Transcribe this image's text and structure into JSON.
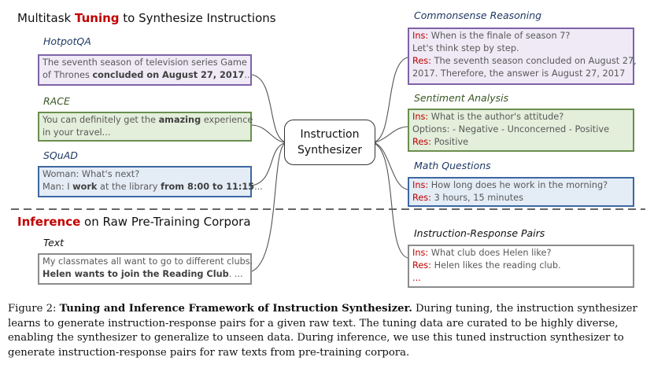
{
  "top_heading": {
    "pre": "Multitask ",
    "accent": "Tuning",
    "post": " to Synthesize Instructions"
  },
  "bottom_heading": {
    "accent": "Inference",
    "post": " on Raw Pre-Training Corpora"
  },
  "center_box": {
    "line1": "Instruction",
    "line2": "Synthesizer"
  },
  "left": {
    "hotpot": {
      "label": "HotpotQA",
      "l1": "The seventh season of television series Game",
      "l2a": "of Thrones ",
      "l2b": "concluded on August 27, 2017",
      "l2c": "..."
    },
    "race": {
      "label": "RACE",
      "l1a": "You can definitely get the ",
      "l1b": "amazing",
      "l1c": " experience",
      "l2": "in your travel..."
    },
    "squad": {
      "label": "SQuAD",
      "l1": "Woman: What's next?",
      "l2a": "Man: I ",
      "l2b": "work",
      "l2c": " at the library ",
      "l2d": "from 8:00 to 11:15",
      "l2e": "..."
    },
    "text": {
      "label": "Text",
      "l1": "My classmates all want to go to different clubs.",
      "l2a": "Helen wants to join the Reading Club",
      "l2b": ". ..."
    }
  },
  "right": {
    "commonsense": {
      "label": "Commonsense Reasoning",
      "ins_tag": "Ins:",
      "ins": " When is the finale of season 7?",
      "ins2": "Let's think step by step.",
      "res_tag": "Res:",
      "res": " The seventh season concluded on August 27,",
      "res2": "2017. Therefore, the answer is August 27, 2017"
    },
    "sentiment": {
      "label": "Sentiment Analysis",
      "ins_tag": "Ins:",
      "ins": " What is the author's attitude?",
      "ins2": "Options: - Negative - Unconcerned - Positive",
      "res_tag": "Res:",
      "res": " Positive"
    },
    "math": {
      "label": "Math Questions",
      "ins_tag": "Ins:",
      "ins": " How long does he work in the morning?",
      "res_tag": "Res:",
      "res": " 3 hours, 15 minutes"
    },
    "pairs": {
      "label": "Instruction-Response Pairs",
      "ins_tag": "Ins:",
      "ins": " What club does Helen like?",
      "res_tag": "Res:",
      "res": " Helen likes the reading club.",
      "more": "..."
    }
  },
  "caption": {
    "figure": "Figure 2: ",
    "title": "Tuning and Inference Framework of Instruction Synthesizer.",
    "body": " During tuning, the instruction synthesizer learns to generate instruction-response pairs for a given raw text. The tuning data are curated to be highly diverse, enabling the synthesizer to generalize to unseen data. During inference, we use this tuned instruction synthesizer to generate instruction-response pairs for raw texts from pre-training corpora."
  },
  "colors": {
    "accent": "#c00000",
    "purple": "#7f63a8",
    "green": "#6a8f4f",
    "blue": "#3d67a0",
    "gray": "#8c8c8c"
  }
}
